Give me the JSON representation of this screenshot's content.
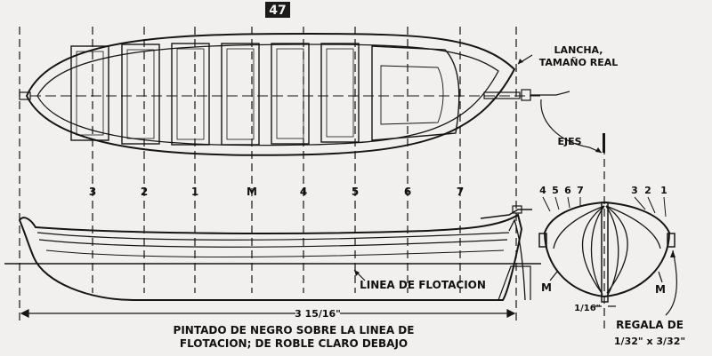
{
  "page_number": "47",
  "labels": {
    "boat_title_line1": "LANCHA,",
    "boat_title_line2": "TAMAÑO REAL",
    "axes": "EJES",
    "waterline": "LINEA DE FLOTACION",
    "length": "3 15/16\"",
    "note_line1": "PINTADO DE NEGRO SOBRE LA LINEA DE",
    "note_line2": "FLOTACION; DE ROBLE CLARO DEBAJO",
    "gunwale_line1": "REGALA DE",
    "gunwale_line2": "1/32\" x 3/32\"",
    "keel_width": "1/16\"",
    "midship_left": "M",
    "midship_right": "M"
  },
  "stations": [
    "3",
    "2",
    "1",
    "M",
    "4",
    "5",
    "6",
    "7"
  ],
  "section_left_stations": [
    "4",
    "5",
    "6",
    "7"
  ],
  "section_right_stations": [
    "3",
    "2",
    "1"
  ],
  "colors": {
    "ink": "#151515",
    "paper": "#f1f0ee",
    "badge": "#1a1a1a"
  }
}
